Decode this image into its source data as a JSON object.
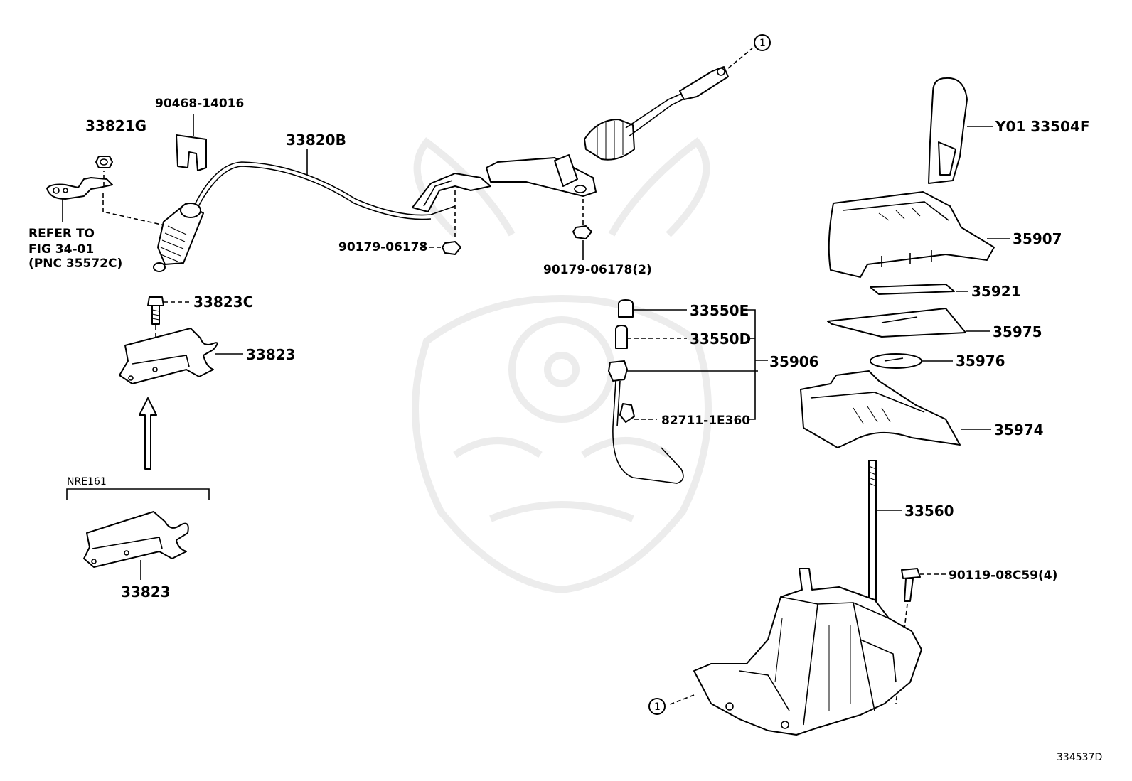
{
  "parts": {
    "p_33821G": "33821G",
    "p_90468": "90468-14016",
    "p_33820B": "33820B",
    "refer_line1": "REFER TO",
    "refer_line2": "FIG 34-01",
    "refer_line3": "(PNC 35572C)",
    "p_90179_a": "90179-06178",
    "p_90179_b": "90179-06178(2)",
    "p_33823C": "33823C",
    "p_33823_top": "33823",
    "nre161": "NRE161",
    "p_33823_bottom": "33823",
    "p_Y01": "Y01 33504F",
    "p_35907": "35907",
    "p_35921": "35921",
    "p_35975": "35975",
    "p_35976": "35976",
    "p_33550E": "33550E",
    "p_33550D": "33550D",
    "p_35906": "35906",
    "p_82711": "82711-1E360",
    "p_35974": "35974",
    "p_33560": "33560",
    "p_90119": "90119-08C59(4)",
    "ref_circle_top": "1",
    "ref_circle_bottom": "1",
    "diagram_id": "334537D"
  },
  "colors": {
    "line": "#000000",
    "background": "#ffffff",
    "watermark": "#e8e8e8"
  }
}
